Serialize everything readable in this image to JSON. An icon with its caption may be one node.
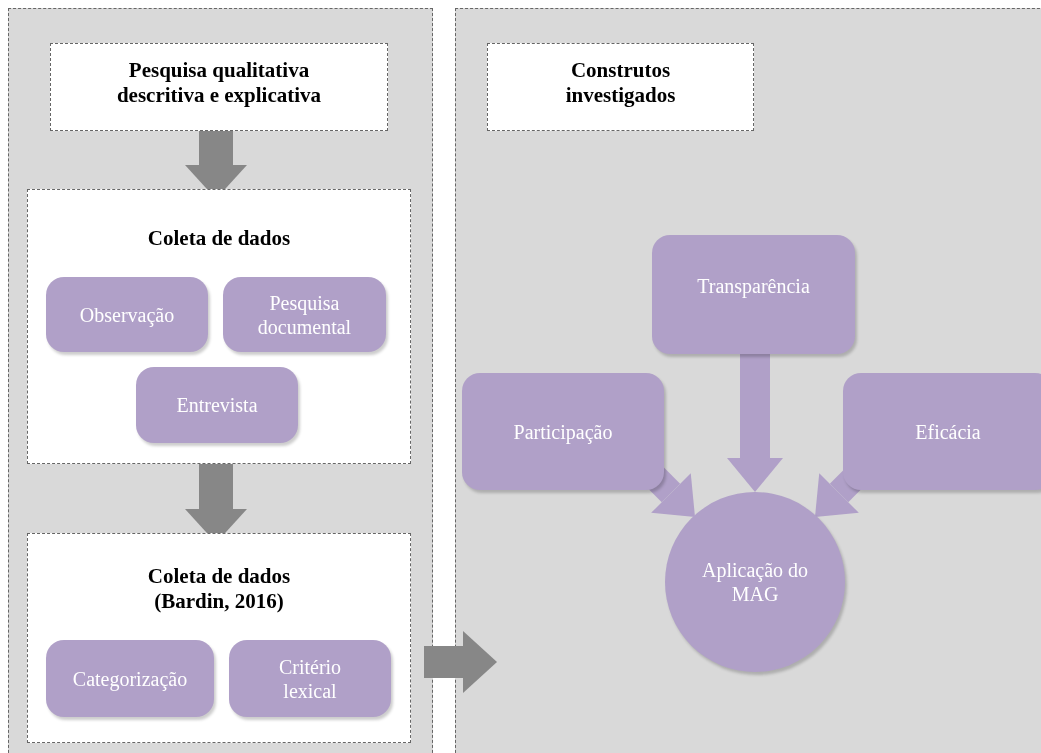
{
  "diagram": {
    "nodes": [
      {
        "text": [],
        "shape": "box"
      },
      {
        "text": [],
        "shape": "box"
      },
      {
        "text": [
          "Pesquisa qualitativa descritiva e explicativa"
        ],
        "in": 0
      },
      {
        "text": [
          "Coleta de dados"
        ],
        "in": 0
      },
      {
        "text": [
          "Observação"
        ],
        "in": 3
      },
      {
        "text": [
          "Pesquisa documental"
        ],
        "in": 3
      },
      {
        "text": [
          "Entrevista"
        ],
        "in": 3
      },
      {
        "text": [
          "Coleta de dados (Bardin, 2016)"
        ],
        "in": 0
      },
      {
        "text": [
          "Categorização"
        ],
        "in": 7
      },
      {
        "text": [
          "Critério lexical"
        ],
        "in": 7
      },
      {
        "text": [
          "Construtos investigados"
        ],
        "in": 1
      },
      {
        "text": [
          "Transparência"
        ],
        "in": 1
      },
      {
        "text": [
          "Participação"
        ],
        "in": 1
      },
      {
        "text": [
          "Eficácia"
        ],
        "in": 1
      },
      {
        "text": [
          "Aplicação do MAG"
        ],
        "in": 1
      }
    ],
    "edges": [
      {
        "from": 2,
        "to": 3,
        "arrow": "to"
      },
      {
        "from": 3,
        "to": 7,
        "arrow": "to"
      },
      {
        "from": 0,
        "to": 1,
        "arrow": "to"
      },
      {
        "from": 11,
        "to": 14,
        "arrow": "to",
        "color": "#b0a0c8"
      },
      {
        "from": 12,
        "to": 14,
        "arrow": "to",
        "color": "#b0a0c8"
      },
      {
        "from": 13,
        "to": 14,
        "arrow": "to",
        "color": "#b0a0c8"
      }
    ]
  }
}
